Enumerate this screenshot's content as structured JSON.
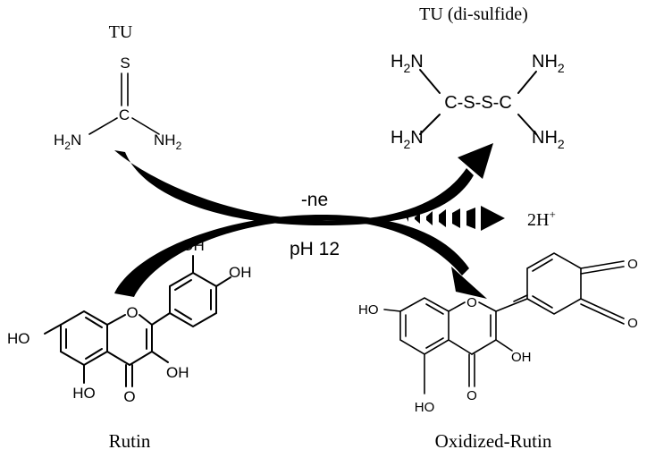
{
  "labels": {
    "tu_title": "TU",
    "tu_disulfide_title": "TU (di-sulfide)",
    "electron_loss": "-ne",
    "ph": "pH 12",
    "protons_main": "2H",
    "protons_sup": "+",
    "rutin": "Rutin",
    "oxidized_rutin": "Oxidized-Rutin"
  },
  "thiourea": {
    "s": "S",
    "c": "C",
    "nh2_left_main": "H",
    "nh2_left_sub": "2",
    "nh2_left_n": "N",
    "nh2_right_main": "NH",
    "nh2_right_sub": "2"
  },
  "disulfide": {
    "chain": "C-S-S-C",
    "nh2_main": "NH",
    "nh2_sub": "2",
    "h2n_h": "H",
    "h2n_sub": "2",
    "h2n_n": "N"
  },
  "rutin_atoms": {
    "ring_o": "O",
    "carbonyl_o": "O",
    "oh": "OH",
    "ho": "HO"
  },
  "oxidized_atoms": {
    "ring_o": "O",
    "carbonyl_o": "O",
    "oh": "OH",
    "ho": "HO",
    "quinone_o": "O"
  },
  "colors": {
    "ink": "#000000",
    "background": "#ffffff"
  }
}
